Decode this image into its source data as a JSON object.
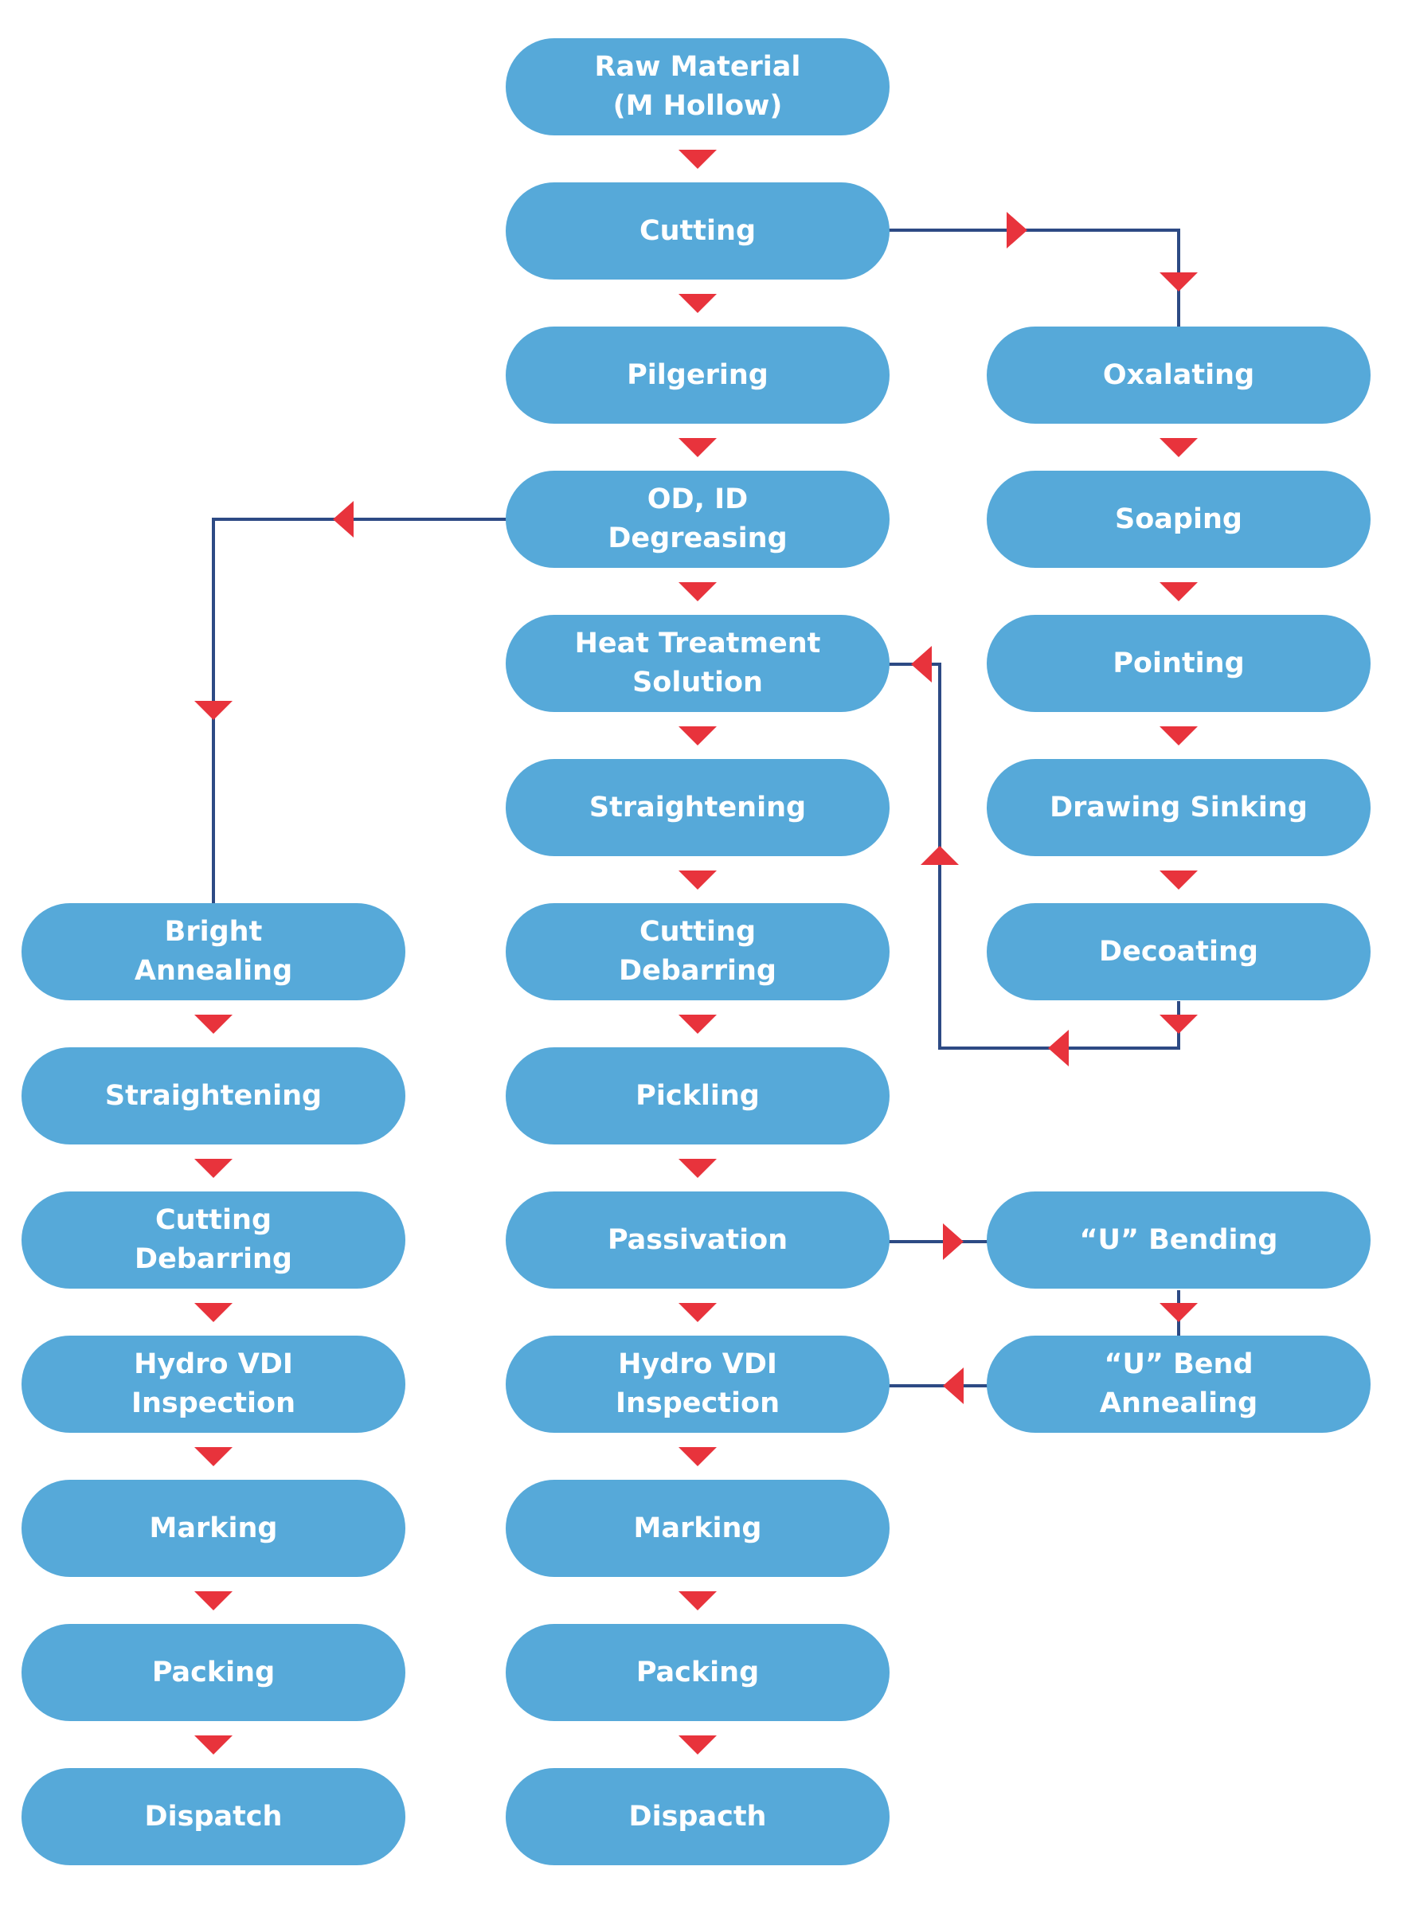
{
  "colors": {
    "node_fill": "#56a9d9",
    "node_text": "#ffffff",
    "arrow": "#e8333c",
    "line": "#2d4a84"
  },
  "nodes": {
    "raw_material": "Raw Material\n(M Hollow)",
    "cutting": "Cutting",
    "pilgering": "Pilgering",
    "degreasing": "OD, ID\nDegreasing",
    "heat_treatment": "Heat Treatment\nSolution",
    "straightening_mid": "Straightening",
    "cutting_debarring_mid": "Cutting\nDebarring",
    "pickling": "Pickling",
    "passivation": "Passivation",
    "hydro_mid": "Hydro VDI\nInspection",
    "marking_mid": "Marking",
    "packing_mid": "Packing",
    "dispatch_mid": "Dispacth",
    "oxalating": "Oxalating",
    "soaping": "Soaping",
    "pointing": "Pointing",
    "drawing_sinking": "Drawing Sinking",
    "decoating": "Decoating",
    "u_bending": "“U” Bending",
    "u_bend_annealing": "“U” Bend\nAnnealing",
    "bright_annealing": "Bright\nAnnealing",
    "straightening_left": "Straightening",
    "cutting_debarring_left": "Cutting\nDebarring",
    "hydro_left": "Hydro VDI\nInspection",
    "marking_left": "Marking",
    "packing_left": "Packing",
    "dispatch_left": "Dispatch"
  }
}
